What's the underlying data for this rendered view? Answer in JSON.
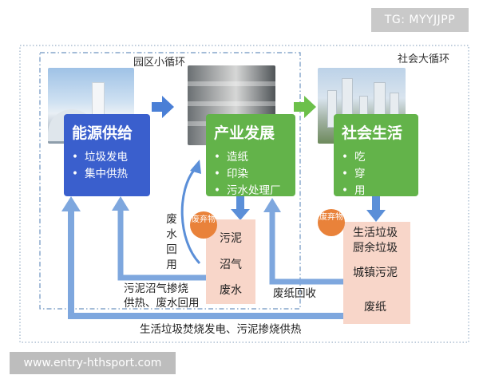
{
  "watermark_top": "TG: MYYJJPP",
  "watermark_bottom": "www.entry-hthsport.com",
  "regions": {
    "park": "园区小循环",
    "society": "社会大循环"
  },
  "boxes": {
    "energy": {
      "title": "能源供给",
      "items": [
        "垃圾发电",
        "集中供热"
      ]
    },
    "industry": {
      "title": "产业发展",
      "items": [
        "造纸",
        "印染",
        "污水处理厂"
      ]
    },
    "society": {
      "title": "社会生活",
      "items": [
        "吃",
        "穿",
        "用"
      ]
    }
  },
  "waste": {
    "badge": "废弃物",
    "industry_items": [
      "污泥",
      "沼气",
      "废水"
    ],
    "society_items": [
      "生活垃圾",
      "厨余垃圾",
      "城镇污泥",
      "废纸"
    ]
  },
  "flows": {
    "wastewater_reuse": "废水回用",
    "sludge_cofire": "污泥沼气掺烧",
    "heat_water": "供热、废水回用",
    "paper_recycle": "废纸回收",
    "bottom": "生活垃圾焚烧发电、污泥掺烧供热"
  },
  "colors": {
    "blue_box": "#3a5fcd",
    "green_box": "#63b34a",
    "arrow_blue": "#5b8fd8",
    "arrow_green": "#6cc04a",
    "waste_panel": "#f8d6c9",
    "badge": "#e9823a"
  }
}
